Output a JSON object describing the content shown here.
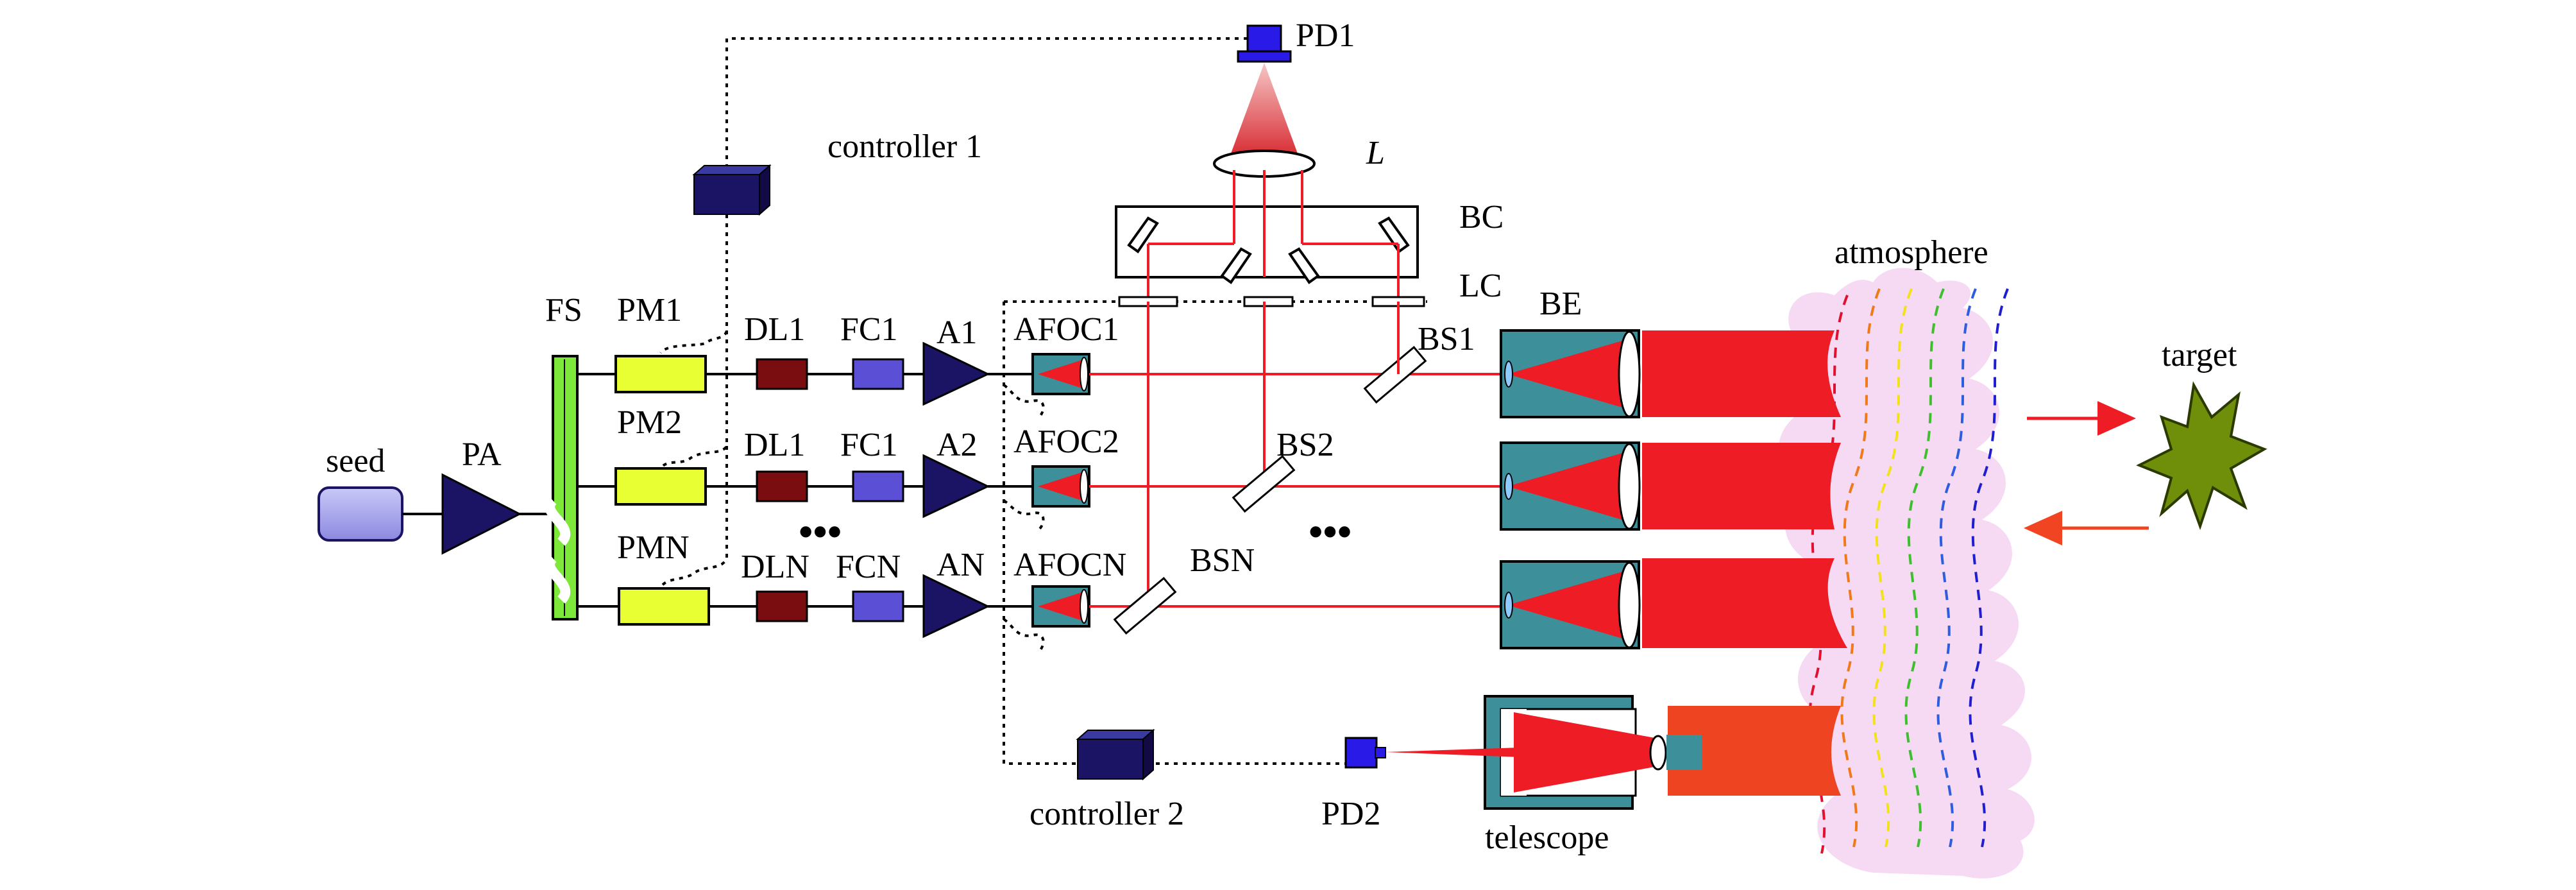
{
  "labels": {
    "pd1": "PD1",
    "controller1": "controller 1",
    "lens": "L",
    "bc": "BC",
    "lc": "LC",
    "be": "BE",
    "atmosphere": "atmosphere",
    "target": "target",
    "fs": "FS",
    "seed": "seed",
    "pa": "PA",
    "pm1": "PM1",
    "pm2": "PM2",
    "pmn": "PMN",
    "dl1a": "DL1",
    "dl1b": "DL1",
    "dln": "DLN",
    "fc1a": "FC1",
    "fc1b": "FC1",
    "fcn": "FCN",
    "a1": "A1",
    "a2": "A2",
    "an": "AN",
    "afoc1": "AFOC1",
    "afoc2": "AFOC2",
    "afocn": "AFOCN",
    "bs1": "BS1",
    "bs2": "BS2",
    "bsn": "BSN",
    "dots_left": "•••",
    "dots_right": "•••",
    "controller2": "controller 2",
    "pd2": "PD2",
    "telescope": "telescope"
  },
  "colors": {
    "beam_red": "#ee1c24",
    "dark_navy": "#1b1464",
    "pm_yellow": "#e8ff33",
    "dl_maroon": "#7a0d10",
    "fc_blue": "#5b4fd6",
    "teal": "#3d8f99",
    "fs_green": "#7ee83a",
    "seed_lavender": "#9d9be8",
    "atmosphere_pink": "#f6d9f3",
    "target_green": "#6f8f0a"
  },
  "icons": {
    "pd": "photodiode-icon",
    "controller": "controller-box-icon",
    "amplifier": "amplifier-triangle-icon",
    "target": "star-target-icon"
  }
}
